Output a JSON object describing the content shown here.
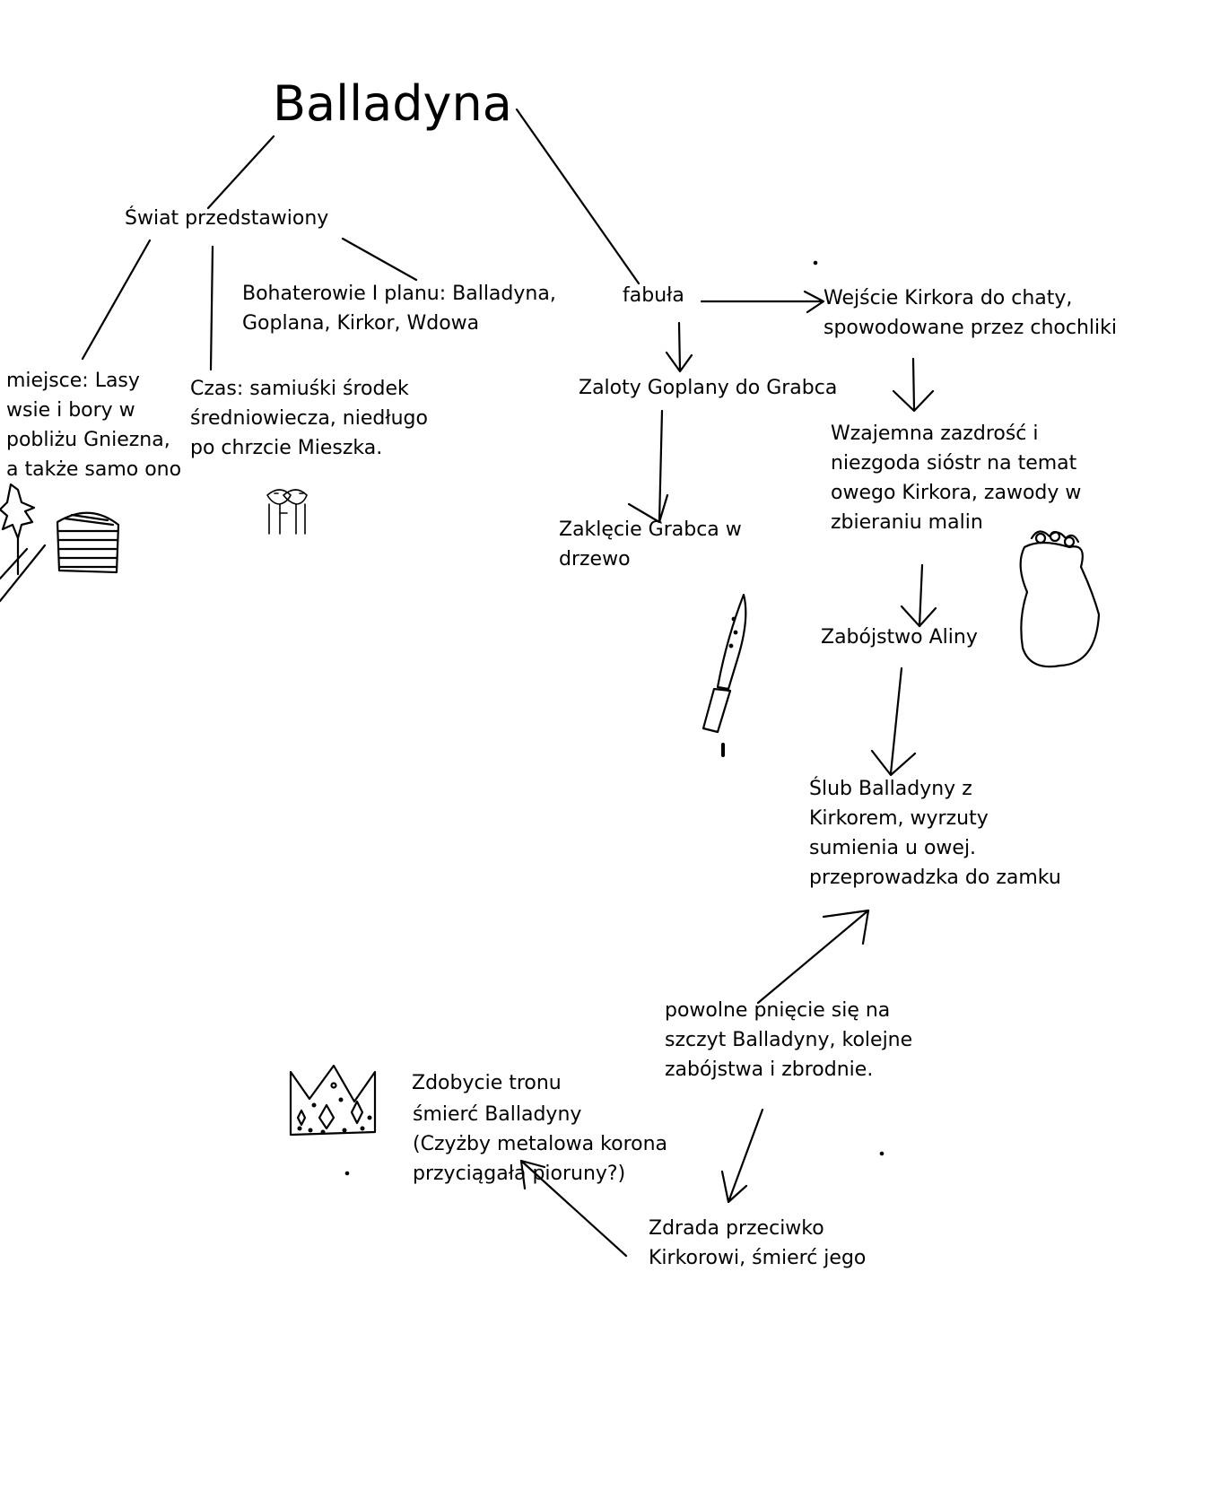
{
  "title": "Balladyna",
  "nodes": {
    "swiat": "Świat przedstawiony",
    "bohaterowie": "Bohaterowie I planu: Balladyna,\nGoplana, Kirkor, Wdowa",
    "miejsce": "miejsce: Lasy\nwsie i bory w\npobliżu Gniezna,\na także samo ono",
    "czas": "Czas: samiuśki środek\nśredniowiecza, niedługo\npo chrzcie Mieszka.",
    "fabula": "fabuła",
    "wejscie": "Wejście Kirkora do chaty,\nspowodowane przez chochliki",
    "zaloty": "Zaloty Goplany do Grabca",
    "zaklecie": "Zaklęcie Grabca w\ndrzewo",
    "zazdrosc": "Wzajemna zazdrość i\nniezgoda sióstr na temat\nowego Kirkora, zawody w\nzbieraniu malin",
    "zabojstwo": "Zabójstwo Aliny",
    "slub": "Ślub Balladyny z\nKirkorem, wyrzuty\nsumienia u owej.\nprzeprowadzka do zamku",
    "piecie": "powolne pnięcie się na\nszczyt Balladyny, kolejne\nzabójstwa i zbrodnie.",
    "zdrada": "Zdrada przeciwko\nKirkorowi, śmierć jego",
    "tron": "Zdobycie tronu",
    "smierc": "śmierć Balladyny\n(Czyżby metalowa korona\nprzyciągała pioruny?)"
  },
  "colors": {
    "ink": "#000000",
    "background": "#ffffff"
  }
}
